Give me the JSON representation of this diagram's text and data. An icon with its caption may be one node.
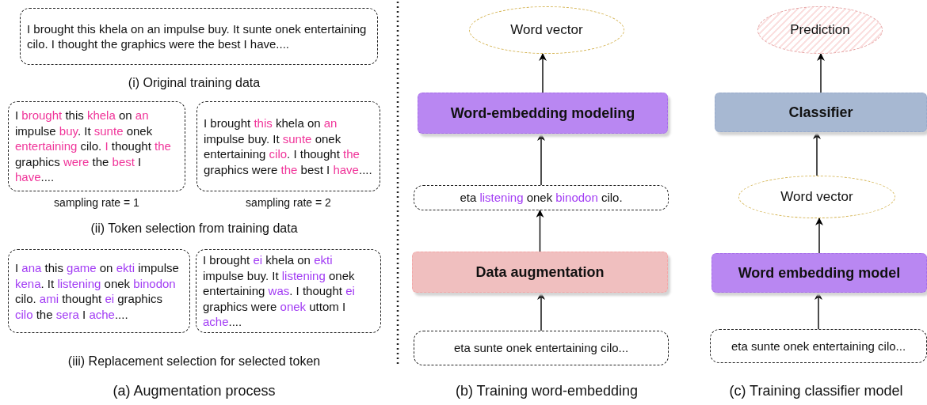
{
  "diagram": {
    "nodes": [
      {
        "text": [
          "I brought this khela on an impulse buy. It sunte onek entertaining cilo. I thought the graphics were the best I have...."
        ]
      },
      {
        "text": [
          "I *brought* this *khela* on *an* impulse *buy*. It *sunte* onek *entertaining* cilo. *I* thought *the* graphics *were* the *best* I *have*...."
        ],
        "beside": [
          "sampling rate = 1"
        ]
      },
      {
        "text": [
          "I brought *this* khela on *an* impulse buy. It *sunte* onek entertaining *cilo*. I thought *the* graphics were *the* best I *have*...."
        ],
        "beside": [
          "sampling rate = 2"
        ]
      },
      {
        "text": [
          "I *ana* this *game* on *ekti* impulse *kena*. It *listening* onek *binodon* cilo. *ami* thought *ei* graphics *cilo* the *sera* I *ache*...."
        ]
      },
      {
        "text": [
          "I brought *ei* khela on *ekti* impulse buy. It *listening* onek entertaining *was*. I thought *ei* graphics were *onek* uttom I *ache*...."
        ]
      },
      {
        "text": [
          "Word vector"
        ]
      },
      {
        "text": [
          "Word-embedding modeling"
        ]
      },
      {
        "text": [
          "eta *listening* onek *binodon* cilo."
        ]
      },
      {
        "text": [
          "Data augmentation"
        ]
      },
      {
        "text": [
          "eta sunte onek entertaining cilo..."
        ]
      },
      {
        "text": [
          "Prediction"
        ]
      },
      {
        "text": [
          "Classifier"
        ]
      },
      {
        "text": [
          "Word vector"
        ]
      },
      {
        "text": [
          "Word embedding model"
        ]
      },
      {
        "text": [
          "eta sunte onek entertaining cilo..."
        ]
      }
    ],
    "edges": [
      {
        "from": 9,
        "to": 8,
        "arrow": "to"
      },
      {
        "from": 8,
        "to": 7,
        "arrow": "to"
      },
      {
        "from": 7,
        "to": 6,
        "arrow": "to"
      },
      {
        "from": 6,
        "to": 5,
        "arrow": "to"
      },
      {
        "from": 14,
        "to": 13,
        "arrow": "to"
      },
      {
        "from": 13,
        "to": 12,
        "arrow": "to"
      },
      {
        "from": 12,
        "to": 11,
        "arrow": "to"
      },
      {
        "from": 11,
        "to": 10,
        "arrow": "to"
      }
    ],
    "labels": [
      "(i) Original training data",
      "(ii) Token selection from training data",
      "(iii) Replacement selection for selected token",
      "(a) Augmentation process",
      "(b) Training word-embedding",
      "(c) Training classifier model"
    ]
  }
}
